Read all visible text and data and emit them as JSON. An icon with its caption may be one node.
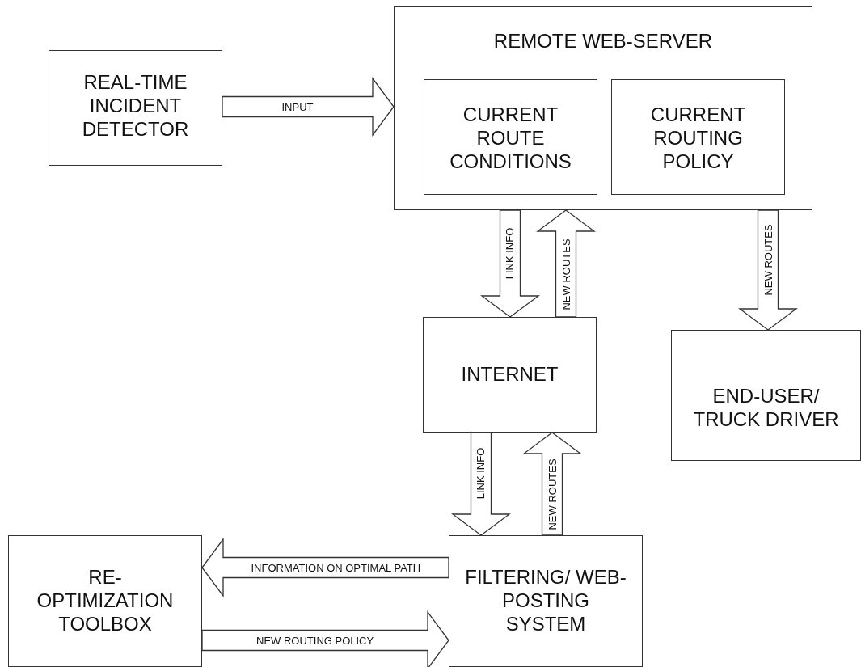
{
  "diagram": {
    "nodes": [
      {
        "text": [
          "REMOTE WEB-SERVER"
        ]
      },
      {
        "text": [
          "CURRENT ROUTE CONDITIONS"
        ],
        "in": 0
      },
      {
        "text": [
          "CURRENT ROUTING POLICY"
        ],
        "in": 0
      },
      {
        "text": [
          "REAL-TIME INCIDENT DETECTOR"
        ]
      },
      {
        "text": [
          "INTERNET"
        ]
      },
      {
        "text": [
          "END-USER/ TRUCK DRIVER"
        ]
      },
      {
        "text": [
          "RE-OPTIMIZATION TOOLBOX"
        ]
      },
      {
        "text": [
          "FILTERING/ WEB-POSTING SYSTEM"
        ]
      }
    ],
    "edges": [
      {
        "from": 3,
        "to": 0,
        "arrow": "to",
        "label": "INPUT"
      },
      {
        "from": 0,
        "to": 4,
        "arrow": "to",
        "label": "LINK INFO"
      },
      {
        "from": 4,
        "to": 0,
        "arrow": "to",
        "label": "NEW ROUTES"
      },
      {
        "from": 0,
        "to": 5,
        "arrow": "to",
        "label": "NEW ROUTES"
      },
      {
        "from": 4,
        "to": 7,
        "arrow": "to",
        "label": "LINK INFO"
      },
      {
        "from": 7,
        "to": 4,
        "arrow": "to",
        "label": "NEW ROUTES"
      },
      {
        "from": 7,
        "to": 6,
        "arrow": "to",
        "label": "INFORMATION ON OPTIMAL PATH"
      },
      {
        "from": 6,
        "to": 7,
        "arrow": "to",
        "label": "NEW ROUTING POLICY"
      }
    ]
  }
}
